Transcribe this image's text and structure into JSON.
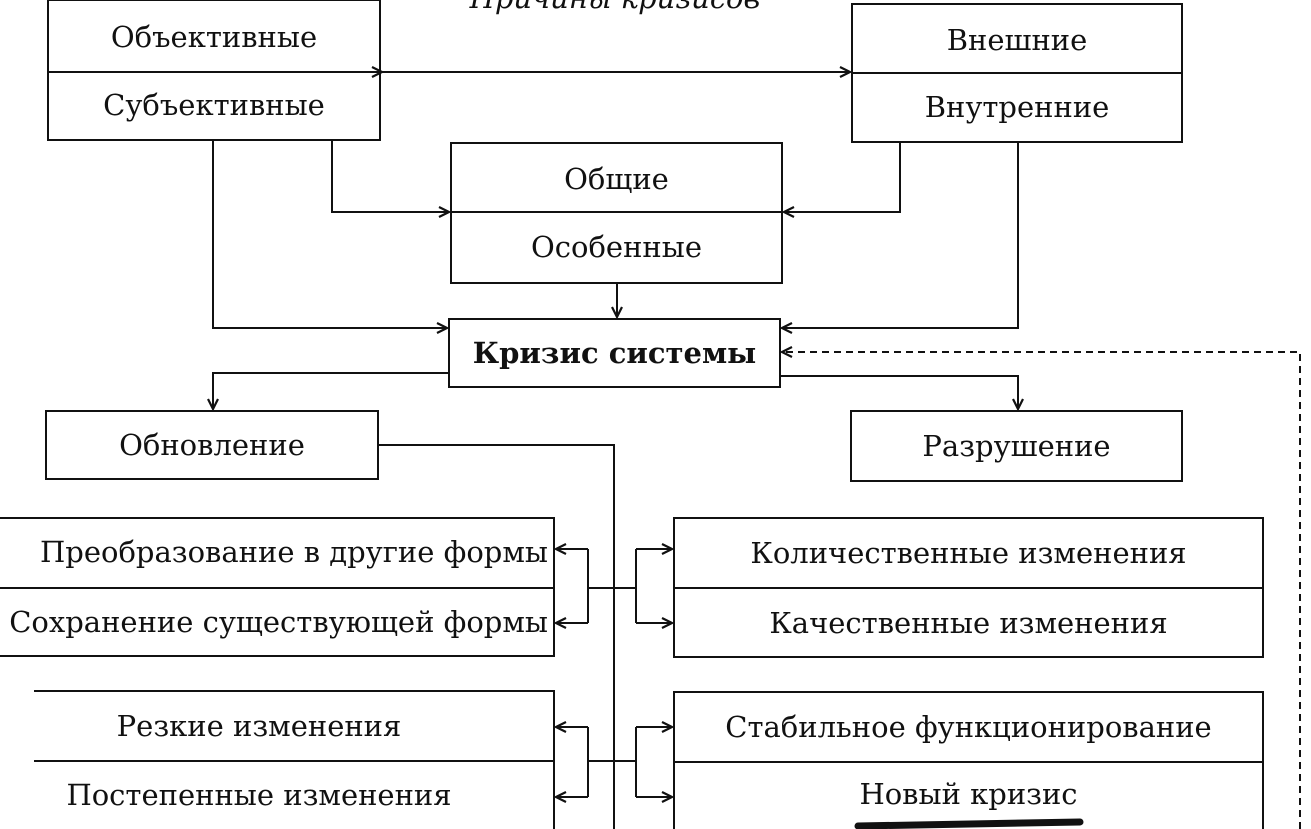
{
  "title": "Причины кризисов",
  "causes": {
    "left": {
      "top": "Объективные",
      "bottom": "Субъективные"
    },
    "right": {
      "top": "Внешние",
      "bottom": "Внутренние"
    },
    "center": {
      "top": "Общие",
      "bottom": "Особенные"
    }
  },
  "crisis": "Кризис системы",
  "outcomes": {
    "renewal": "Обновление",
    "destruction": "Разрушение"
  },
  "forms": {
    "transform": "Преобразование в другие формы",
    "preserve": "Сохранение существующей формы"
  },
  "changes": {
    "quantitative": "Количественные изменения",
    "qualitative": "Качественные изменения"
  },
  "speed": {
    "sharp": "Резкие изменения",
    "gradual": "Постепенные изменения"
  },
  "result": {
    "stable": "Стабильное функционирование",
    "new_crisis": "Новый кризис"
  },
  "colors": {
    "line": "#111111",
    "background": "#ffffff"
  }
}
